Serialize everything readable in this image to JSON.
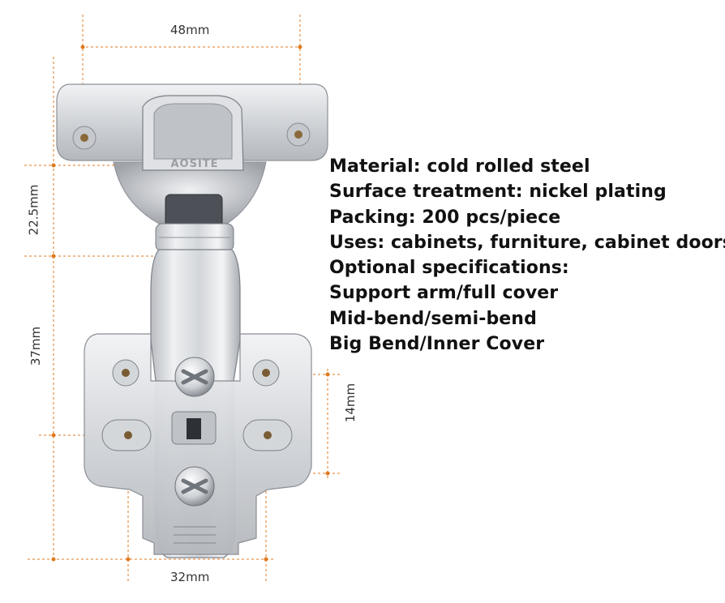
{
  "dimensions": {
    "top_width": "48mm",
    "bottom_width": "32mm",
    "upper_height": "22.5mm",
    "lower_height": "37mm",
    "slot_height": "14mm"
  },
  "brand": "AOSITE",
  "spec_lines": [
    "Material: cold rolled steel",
    "Surface treatment: nickel plating",
    "Packing: 200 pcs/piece",
    "Uses: cabinets, furniture, cabinet doors",
    "Optional specifications:",
    "Support arm/full cover",
    "Mid-bend/semi-bend",
    "Big Bend/Inner Cover"
  ],
  "colors": {
    "dimension_line": "#e07a1f",
    "text": "#111111"
  }
}
